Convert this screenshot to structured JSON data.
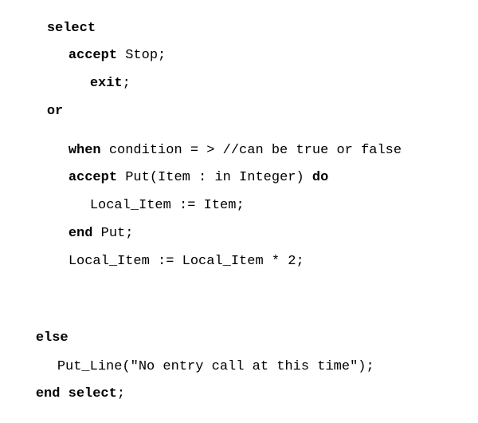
{
  "code": {
    "line_select": {
      "kw": "select"
    },
    "line_accept_stop": {
      "kw": "accept",
      "rest": " Stop;"
    },
    "line_exit": {
      "kw": "exit",
      "rest": ";"
    },
    "line_or": {
      "kw": "or"
    },
    "line_when": {
      "kw": "when",
      "rest": " condition = > //can be true or false"
    },
    "line_accept_put": {
      "kw": "accept",
      "rest": " Put(Item : in Integer) ",
      "kw2": "do"
    },
    "line_local_item": {
      "text": "Local_Item := Item;"
    },
    "line_end_put": {
      "kw": "end",
      "rest": " Put;"
    },
    "line_local_item_double": {
      "text": "Local_Item := Local_Item * 2;"
    },
    "line_else": {
      "kw": "else"
    },
    "line_put_line": {
      "text": "Put_Line(\"No entry call at this time\");"
    },
    "line_end_select": {
      "kw": "end select",
      "rest": ";"
    }
  }
}
